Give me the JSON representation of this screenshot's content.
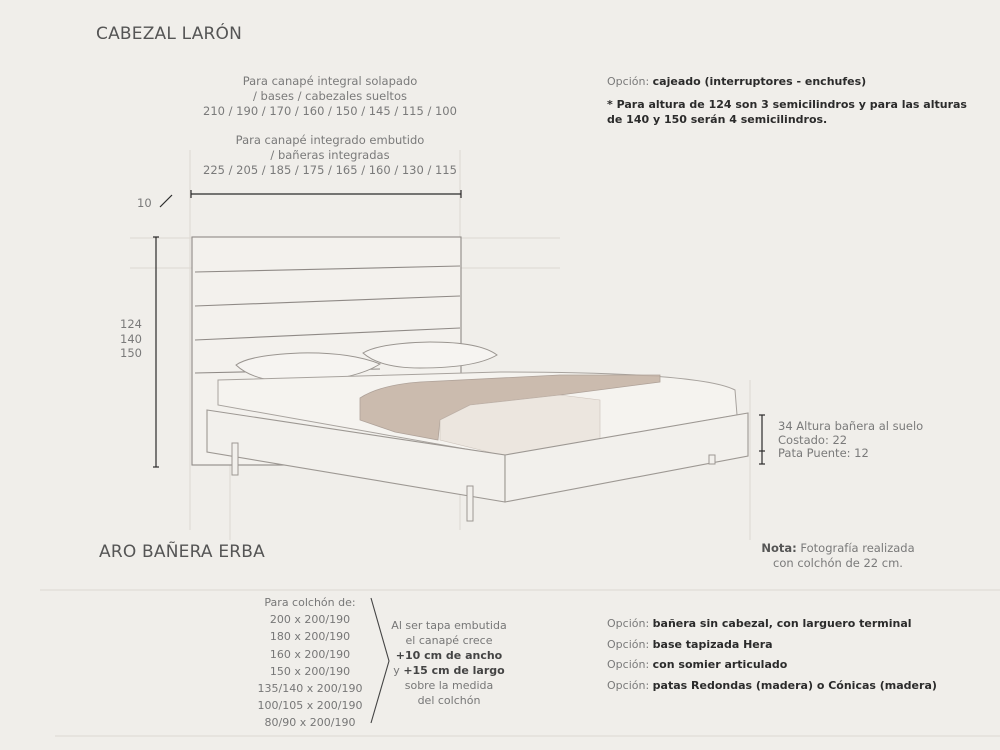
{
  "headboard": {
    "title": "CABEZAL LARÓN",
    "width_block_1": {
      "line1": "Para canapé integral solapado",
      "line2": "/ bases / cabezales sueltos",
      "line3": "210 / 190 / 170 / 160 / 150 / 145 / 115 / 100"
    },
    "width_block_2": {
      "line1": "Para canapé integrado embutido",
      "line2": "/ bañeras integradas",
      "line3": "225 / 205 / 185 / 175 / 165 / 160 / 130 / 115"
    },
    "depth_label": "10",
    "heights": [
      "124",
      "140",
      "150"
    ],
    "option": {
      "label": "Opción:",
      "value": "cajeado (interruptores - enchufes)"
    },
    "footnote": {
      "line1": "* Para altura de 124 son 3 semicilindros y para las alturas",
      "line2": "de 140 y 150 serán 4 semicilindros."
    }
  },
  "side_dimensions": {
    "line1": "34 Altura bañera al suelo",
    "line2": "Costado: 22",
    "line3": "Pata Puente: 12"
  },
  "note": {
    "label": "Nota:",
    "line1_rest": "Fotografía realizada",
    "line2": "con colchón de 22 cm."
  },
  "frame": {
    "title": "ARO BAÑERA ERBA",
    "mattress_header": "Para colchón de:",
    "mattress_sizes": [
      "200 x 200/190",
      "180 x 200/190",
      "160 x 200/190",
      "150 x 200/190",
      "135/140 x 200/190",
      "100/105 x 200/190",
      "80/90 x 200/190"
    ],
    "growth_text": {
      "line1": "Al ser tapa embutida",
      "line2": "el canapé crece",
      "line3": "+10 cm de ancho",
      "line4_prefix": "y",
      "line4_bold": "+15 cm de largo",
      "line5": "sobre la medida",
      "line6": "del colchón"
    },
    "options": [
      {
        "label": "Opción:",
        "value": "bañera sin cabezal, con larguero terminal"
      },
      {
        "label": "Opción:",
        "value": "base tapizada Hera"
      },
      {
        "label": "Opción:",
        "value": "con somier articulado"
      },
      {
        "label": "Opción:",
        "value": "patas Redondas (madera) o Cónicas (madera)"
      }
    ]
  },
  "colors": {
    "background": "#f0eeea",
    "sketch_line": "#9a9490",
    "dimension_line": "#2b2b2b",
    "throw_blanket": "#b8a394"
  }
}
